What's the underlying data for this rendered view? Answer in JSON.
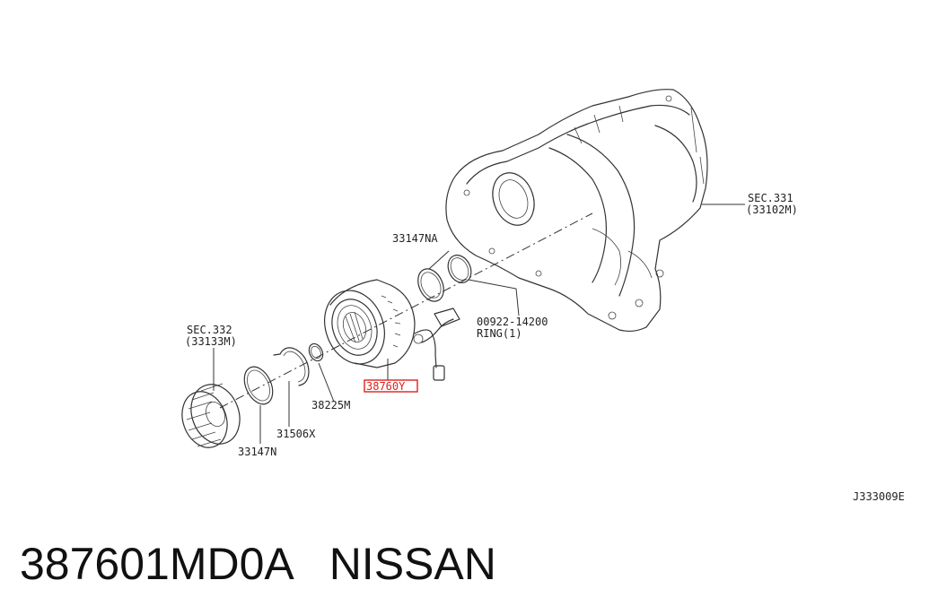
{
  "diagram": {
    "labels": {
      "sec331_line1": "SEC.331",
      "sec331_line2": "(33102M)",
      "ring_33147NA": "33147NA",
      "ring_00922_line1": "00922-14200",
      "ring_00922_line2": "RING(1)",
      "sec332_line1": "SEC.332",
      "sec332_line2": "(33133M)",
      "actuator_38760Y": "38760Y",
      "seal_38225M": "38225M",
      "snapring_31506X": "31506X",
      "ring_33147N": "33147N",
      "figure_code": "J333009E"
    },
    "highlight_color": "#e0201c"
  },
  "caption": {
    "part_number": "387601MD0A",
    "brand": "NISSAN"
  }
}
